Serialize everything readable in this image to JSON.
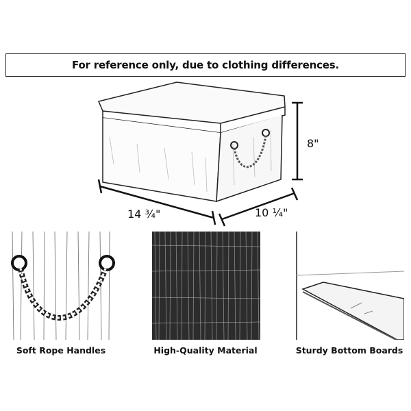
{
  "banner": {
    "text": "For reference only, due to clothing differences."
  },
  "dimensions": {
    "width": "14 ¾\"",
    "depth": "10 ¼\"",
    "height": "8\""
  },
  "features": [
    {
      "label": "Soft Rope Handles"
    },
    {
      "label": "High-Quality Material"
    },
    {
      "label": "Sturdy Bottom Boards"
    }
  ]
}
